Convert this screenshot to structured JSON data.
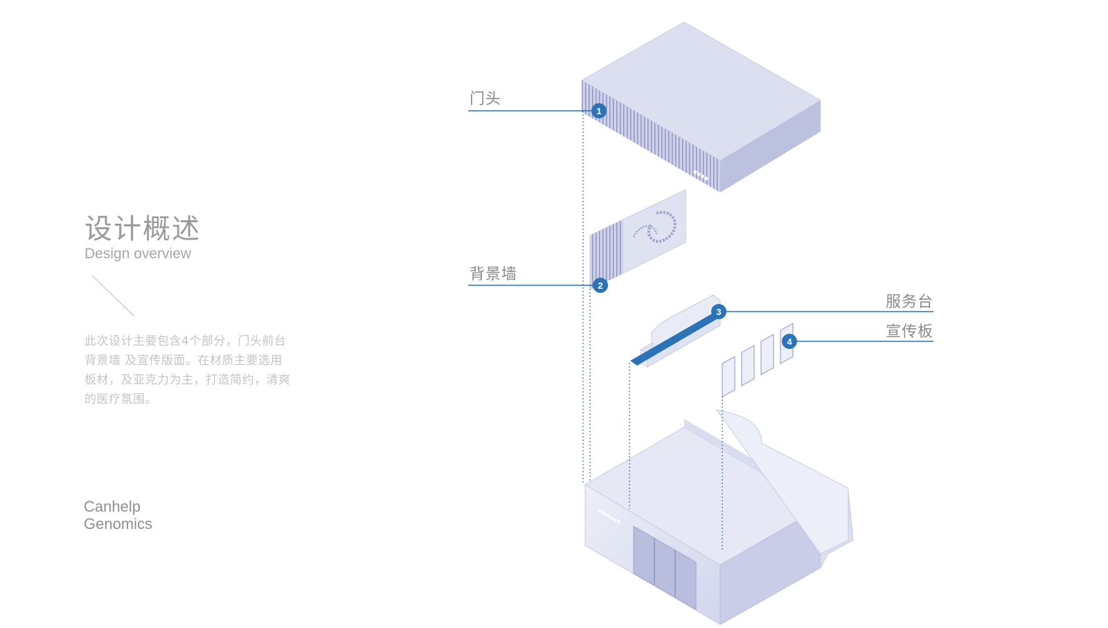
{
  "overview": {
    "title_cn": "设计概述",
    "title_en": "Design overview",
    "description": "此次设计主要包含4个部分，门头前台 背景墙 及宣传版面。在材质主要选用板材，及亚克力为主，打造简约，清爽的医疗氛围。"
  },
  "brand": {
    "line1": "Canhelp",
    "line2": "Genomics"
  },
  "callouts": [
    {
      "number": "1",
      "label": "门头"
    },
    {
      "number": "2",
      "label": "背景墙"
    },
    {
      "number": "3",
      "label": "服务台"
    },
    {
      "number": "4",
      "label": "宣传板"
    }
  ],
  "colors": {
    "accent": "#2a73b8",
    "model": "#dcdff0",
    "model_dark": "#aeb3d6",
    "text_muted": "#9a9a9a"
  }
}
